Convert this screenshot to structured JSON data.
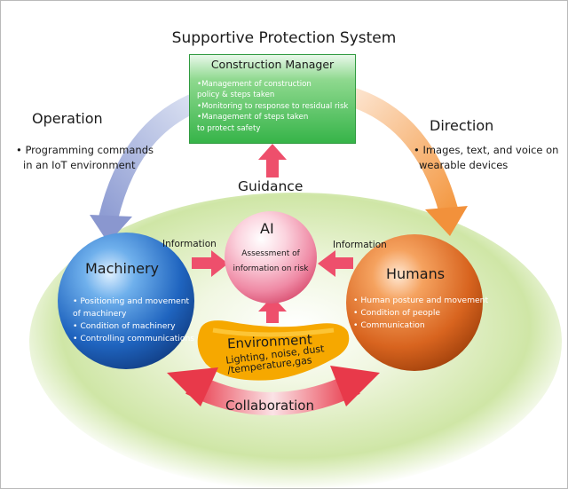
{
  "title": "Supportive Protection System",
  "manager": {
    "title": "Construction Manager",
    "items": [
      "•Management of construction",
      "  policy & steps taken",
      "•Monitoring to response to residual risk",
      "•Management of steps taken",
      "  to protect safety"
    ]
  },
  "operation": {
    "label": "Operation",
    "lines": [
      "• Programming commands",
      "in an IoT environment"
    ]
  },
  "direction": {
    "label": "Direction",
    "lines": [
      "• Images, text, and voice on",
      "wearable devices"
    ]
  },
  "guidance": "Guidance",
  "ai": {
    "label": "AI",
    "lines": [
      "Assessment of",
      "information on risk"
    ]
  },
  "info_left": "Information",
  "info_right": "Information",
  "machinery": {
    "label": "Machinery",
    "items": [
      "• Positioning and movement",
      "   of machinery",
      "• Condition of machinery",
      "• Controlling communications"
    ]
  },
  "humans": {
    "label": "Humans",
    "items": [
      "• Human posture and movement",
      "• Condition of people",
      "• Communication"
    ]
  },
  "environment": {
    "label": "Environment",
    "lines": [
      "Lighting, noise, dust",
      "/temperature,gas"
    ]
  },
  "collaboration": "Collaboration",
  "colors": {
    "manager_green": "#36b449",
    "machinery_blue": "#1a5fb4",
    "humans_orange": "#d8641f",
    "ai_pink": "#e8577a",
    "environment_yellow": "#f6a800",
    "background_green": "#cfe6a6",
    "arrow_red": "#e8394a"
  }
}
